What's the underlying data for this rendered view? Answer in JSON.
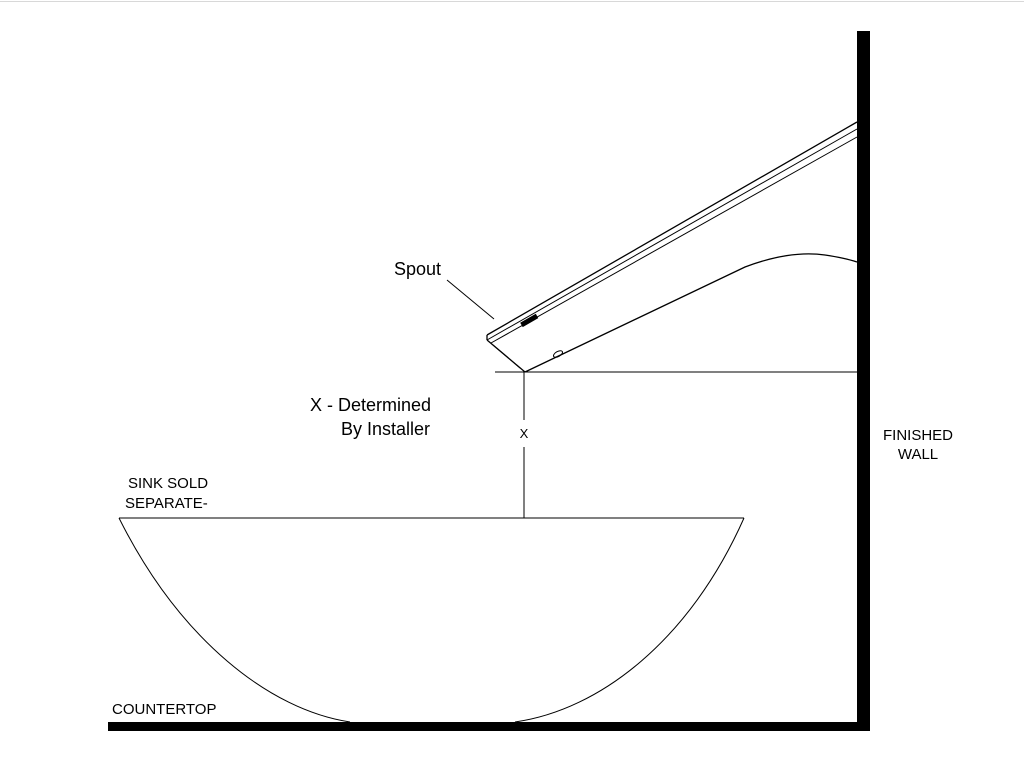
{
  "labels": {
    "spout": "Spout",
    "x_line1": "X - Determined",
    "x_line2": "By Installer",
    "x_mark": "X",
    "sink_line1": "SINK SOLD",
    "sink_line2": "SEPARATE-",
    "countertop": "COUNTERTOP",
    "wall_line1": "FINISHED",
    "wall_line2": "WALL"
  }
}
